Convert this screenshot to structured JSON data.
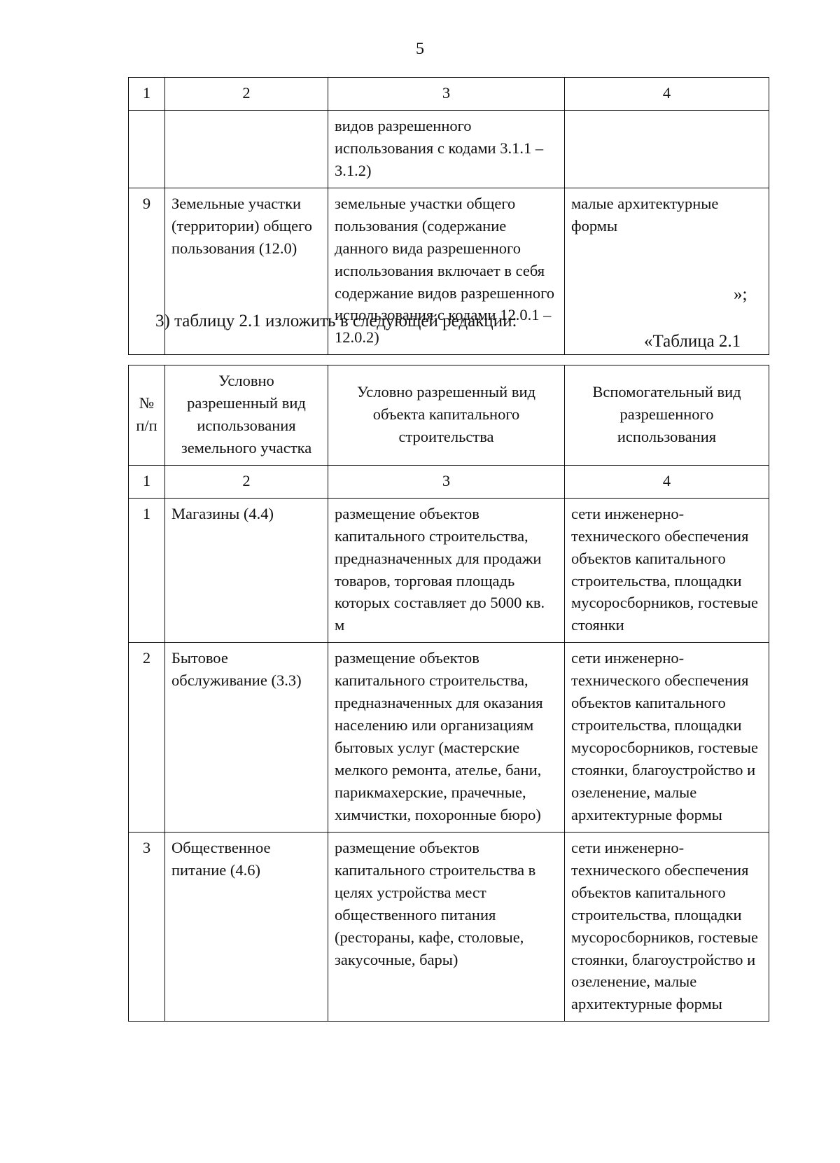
{
  "page": {
    "number": "5"
  },
  "table_one": {
    "column_numbers": [
      "1",
      "2",
      "3",
      "4"
    ],
    "rows": [
      {
        "num": "",
        "col2": "",
        "col3": "видов разрешенного использования с кодами 3.1.1 – 3.1.2)",
        "col4": ""
      },
      {
        "num": "9",
        "col2": "Земельные участки (территории) общего пользования (12.0)",
        "col3": "земельные участки общего пользования (содержание данного вида разрешенного использования включает в себя содержание видов разрешенного использования с кодами 12.0.1 – 12.0.2)",
        "col4": "малые архитектурные формы"
      }
    ]
  },
  "closing_quote": "»;",
  "paragraph_intro": "3) таблицу 2.1 изложить в следующей редакции:",
  "table_caption": "«Таблица 2.1",
  "table_two": {
    "headers": {
      "col1": "№\nп/п",
      "col1_line1": "№",
      "col1_line2": "п/п",
      "col2": "Условно разрешенный вид использования земельного участка",
      "col3": "Условно разрешенный  вид объекта капитального строительства",
      "col4": "Вспомогательный вид разрешенного использования"
    },
    "column_numbers": [
      "1",
      "2",
      "3",
      "4"
    ],
    "rows": [
      {
        "num": "1",
        "col2": "Магазины (4.4)",
        "col3": "размещение объектов капитального строительства, предназначенных для продажи товаров, торговая площадь которых составляет до 5000 кв. м",
        "col4": "сети инженерно-технического обеспечения объектов капитального строительства, площадки мусоросборников, гостевые стоянки"
      },
      {
        "num": "2",
        "col2": "Бытовое обслуживание (3.3)",
        "col3": "размещение объектов капитального строительства, предназначенных для оказания населению или организациям бытовых услуг (мастерские мелкого ремонта, ателье, бани, парикмахерские, прачечные, химчистки, похоронные бюро)",
        "col4": "сети инженерно-технического обеспечения объектов капитального строительства, площадки мусоросборников, гостевые стоянки, благоустройство и озеленение, малые архитектурные формы"
      },
      {
        "num": "3",
        "col2": "Общественное питание (4.6)",
        "col3": "размещение объектов капитального строительства в целях устройства мест общественного питания (рестораны, кафе, столовые, закусочные, бары)",
        "col4": "сети инженерно-технического обеспечения объектов капитального строительства, площадки мусоросборников, гостевые стоянки, благоустройство и озеленение, малые архитектурные формы"
      }
    ]
  }
}
